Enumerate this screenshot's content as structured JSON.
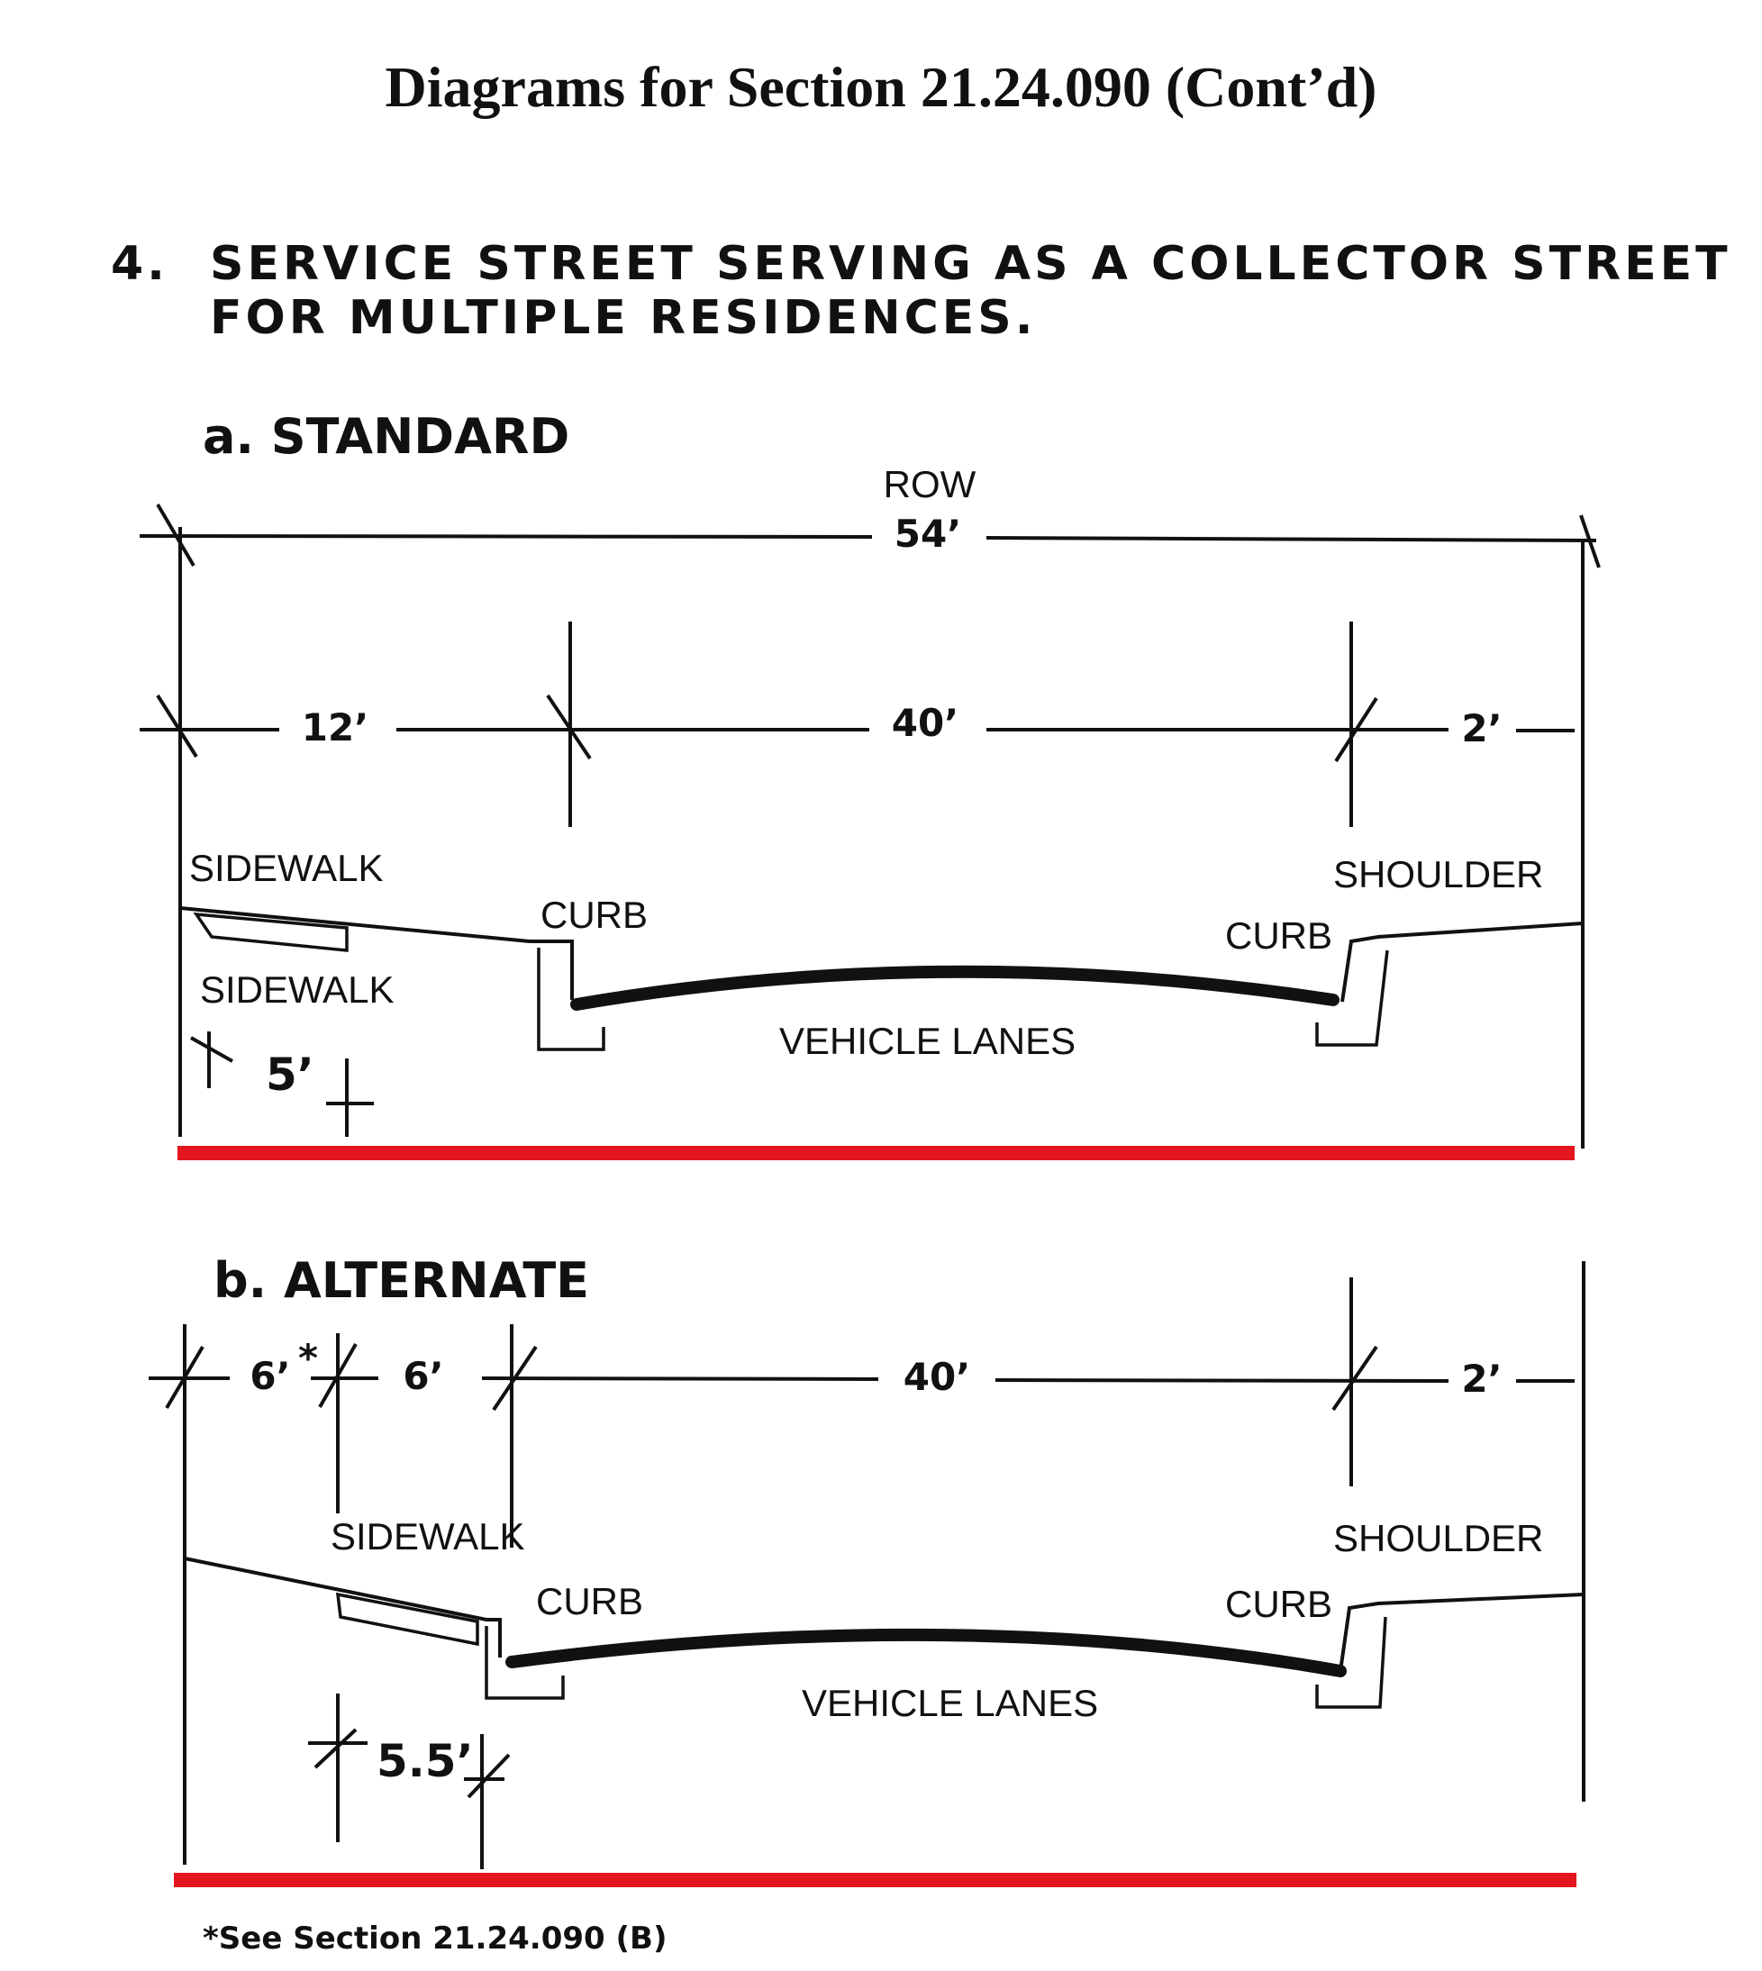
{
  "title": "Diagrams for Section 21.24.090 (Cont’d)",
  "heading": {
    "number": "4.",
    "line1": "SERVICE STREET SERVING AS A COLLECTOR STREET",
    "line2": "FOR MULTIPLE RESIDENCES."
  },
  "standard": {
    "label": "a. STANDARD",
    "row_label": "ROW",
    "row_width": "54’",
    "dim_sidewalk_zone": "12’",
    "dim_lanes": "40’",
    "dim_shoulder": "2’",
    "sidewalk_top_label": "SIDEWALK",
    "sidewalk_label": "SIDEWALK",
    "curb_left": "CURB",
    "curb_right": "CURB",
    "shoulder_label": "SHOULDER",
    "vehicle_lanes": "VEHICLE LANES",
    "sidewalk_width": "5’"
  },
  "alternate": {
    "label": "b. ALTERNATE",
    "dim_planting": "6’",
    "dim_planting_mark": "*",
    "dim_sidewalk": "6’",
    "dim_lanes": "40’",
    "dim_shoulder": "2’",
    "sidewalk_label": "SIDEWALK",
    "curb_left": "CURB",
    "curb_right": "CURB",
    "shoulder_label": "SHOULDER",
    "vehicle_lanes": "VEHICLE LANES",
    "sidewalk_width": "5.5’"
  },
  "footnote": "*See Section 21.24.090 (B)",
  "colors": {
    "ground_line": "#e3161f",
    "ink": "#111111"
  }
}
